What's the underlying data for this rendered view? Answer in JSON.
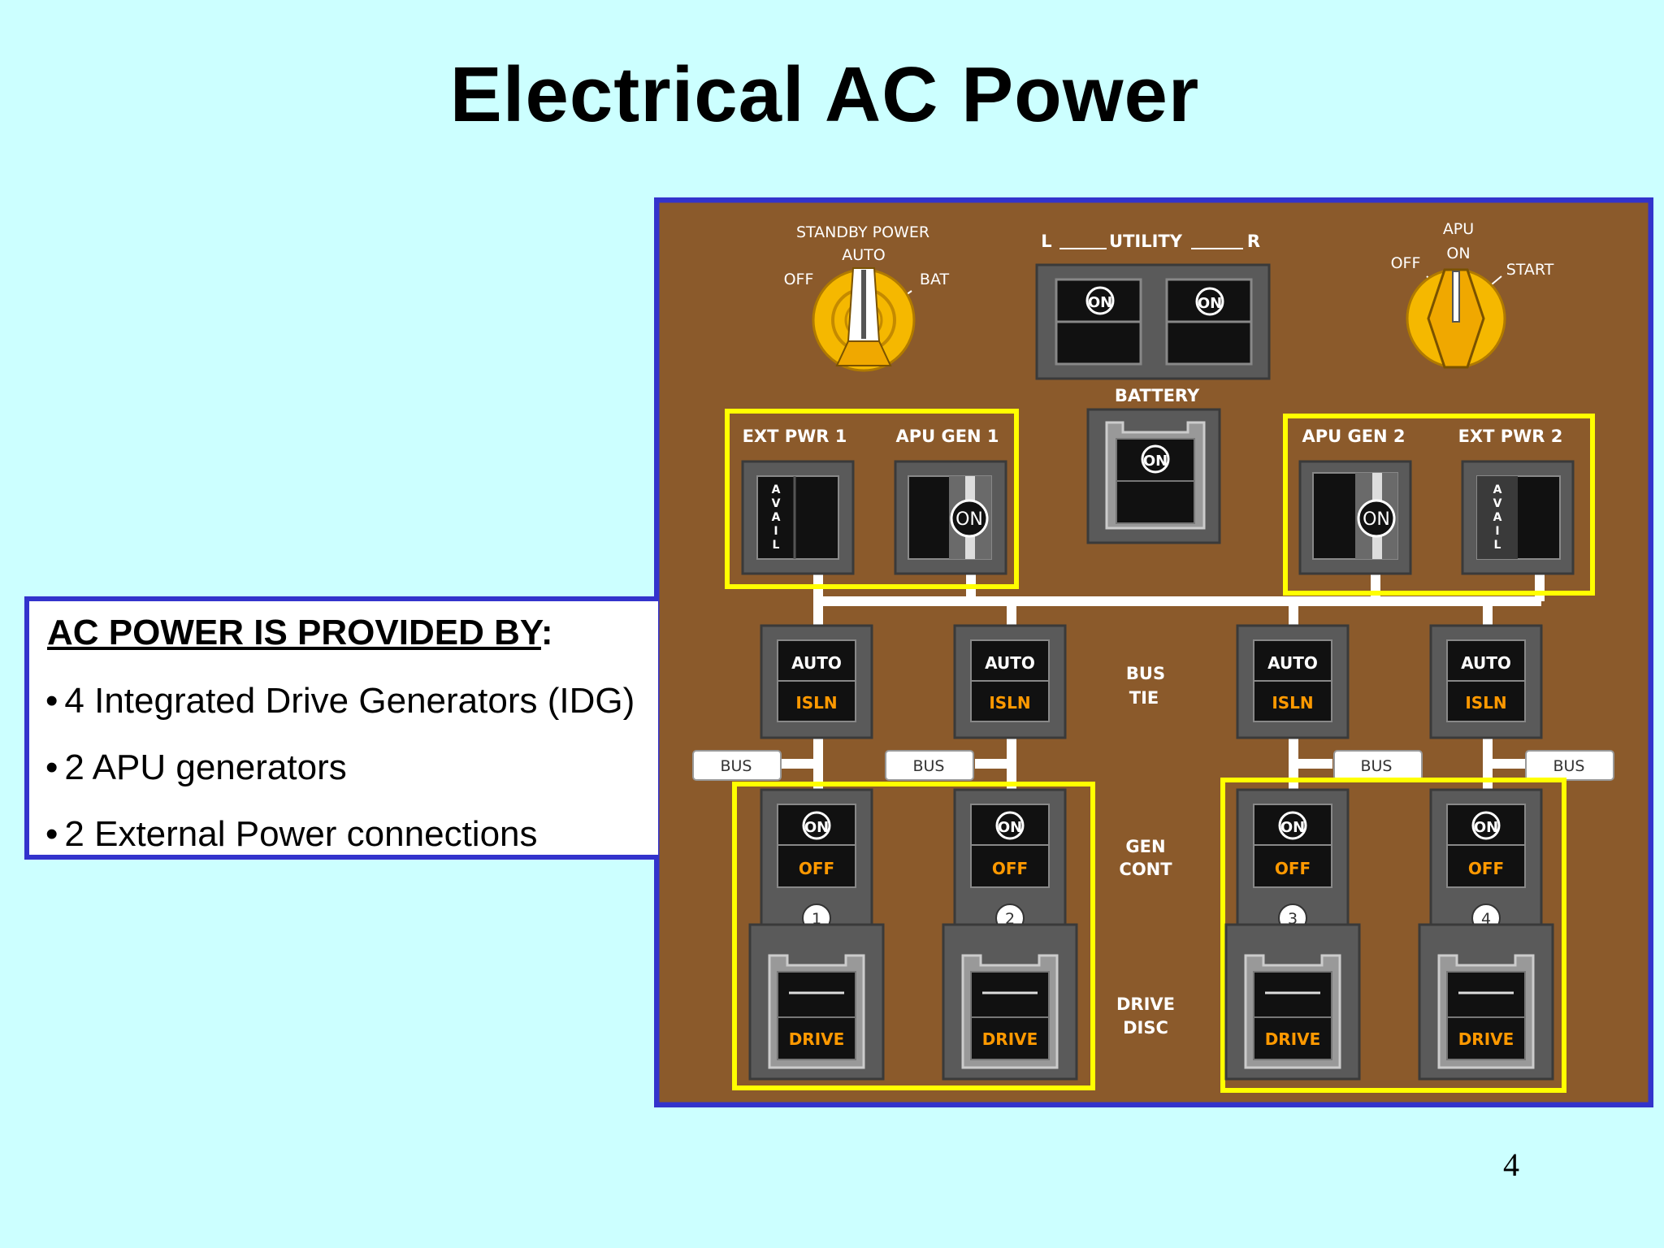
{
  "title": "Electrical AC Power",
  "textbox": {
    "heading": "AC POWER IS PROVIDED BY",
    "heading_suffix": ":",
    "bullets": [
      "4 Integrated Drive Generators (IDG)",
      "2 APU generators",
      "2 External Power connections"
    ]
  },
  "panel": {
    "standby_power": {
      "label": "STANDBY POWER",
      "auto": "AUTO",
      "off": "OFF",
      "bat": "BAT"
    },
    "utility": {
      "l": "L",
      "label": "UTILITY",
      "r": "R",
      "left_state": "ON",
      "right_state": "ON"
    },
    "apu": {
      "label": "APU",
      "on": "ON",
      "off": "OFF",
      "start": "START"
    },
    "battery": {
      "label": "BATTERY",
      "state": "ON"
    },
    "ext_pwr_1": {
      "label": "EXT PWR 1",
      "avail": "AVAIL"
    },
    "apu_gen_1": {
      "label": "APU GEN 1",
      "state": "ON"
    },
    "apu_gen_2": {
      "label": "APU GEN 2",
      "state": "ON"
    },
    "ext_pwr_2": {
      "label": "EXT PWR 2",
      "avail": "AVAIL"
    },
    "bus_tie": {
      "label_1": "BUS",
      "label_2": "TIE",
      "top": "AUTO",
      "bottom": "ISLN"
    },
    "bus_tag": "BUS",
    "gen_cont": {
      "label_1": "GEN",
      "label_2": "CONT",
      "top": "ON",
      "bottom": "OFF"
    },
    "drive_disc": {
      "label_1": "DRIVE",
      "label_2": "DISC",
      "top": "—",
      "bottom": "DRIVE"
    },
    "engines": [
      "1",
      "2",
      "3",
      "4"
    ]
  },
  "page_number": "4",
  "colors": {
    "background": "#ccffff",
    "panel_brown": "#8b5a2b",
    "panel_border": "#3333cc",
    "highlight": "#ffff00",
    "amber_text": "#ff9900",
    "knob_yellow": "#f5b800"
  }
}
